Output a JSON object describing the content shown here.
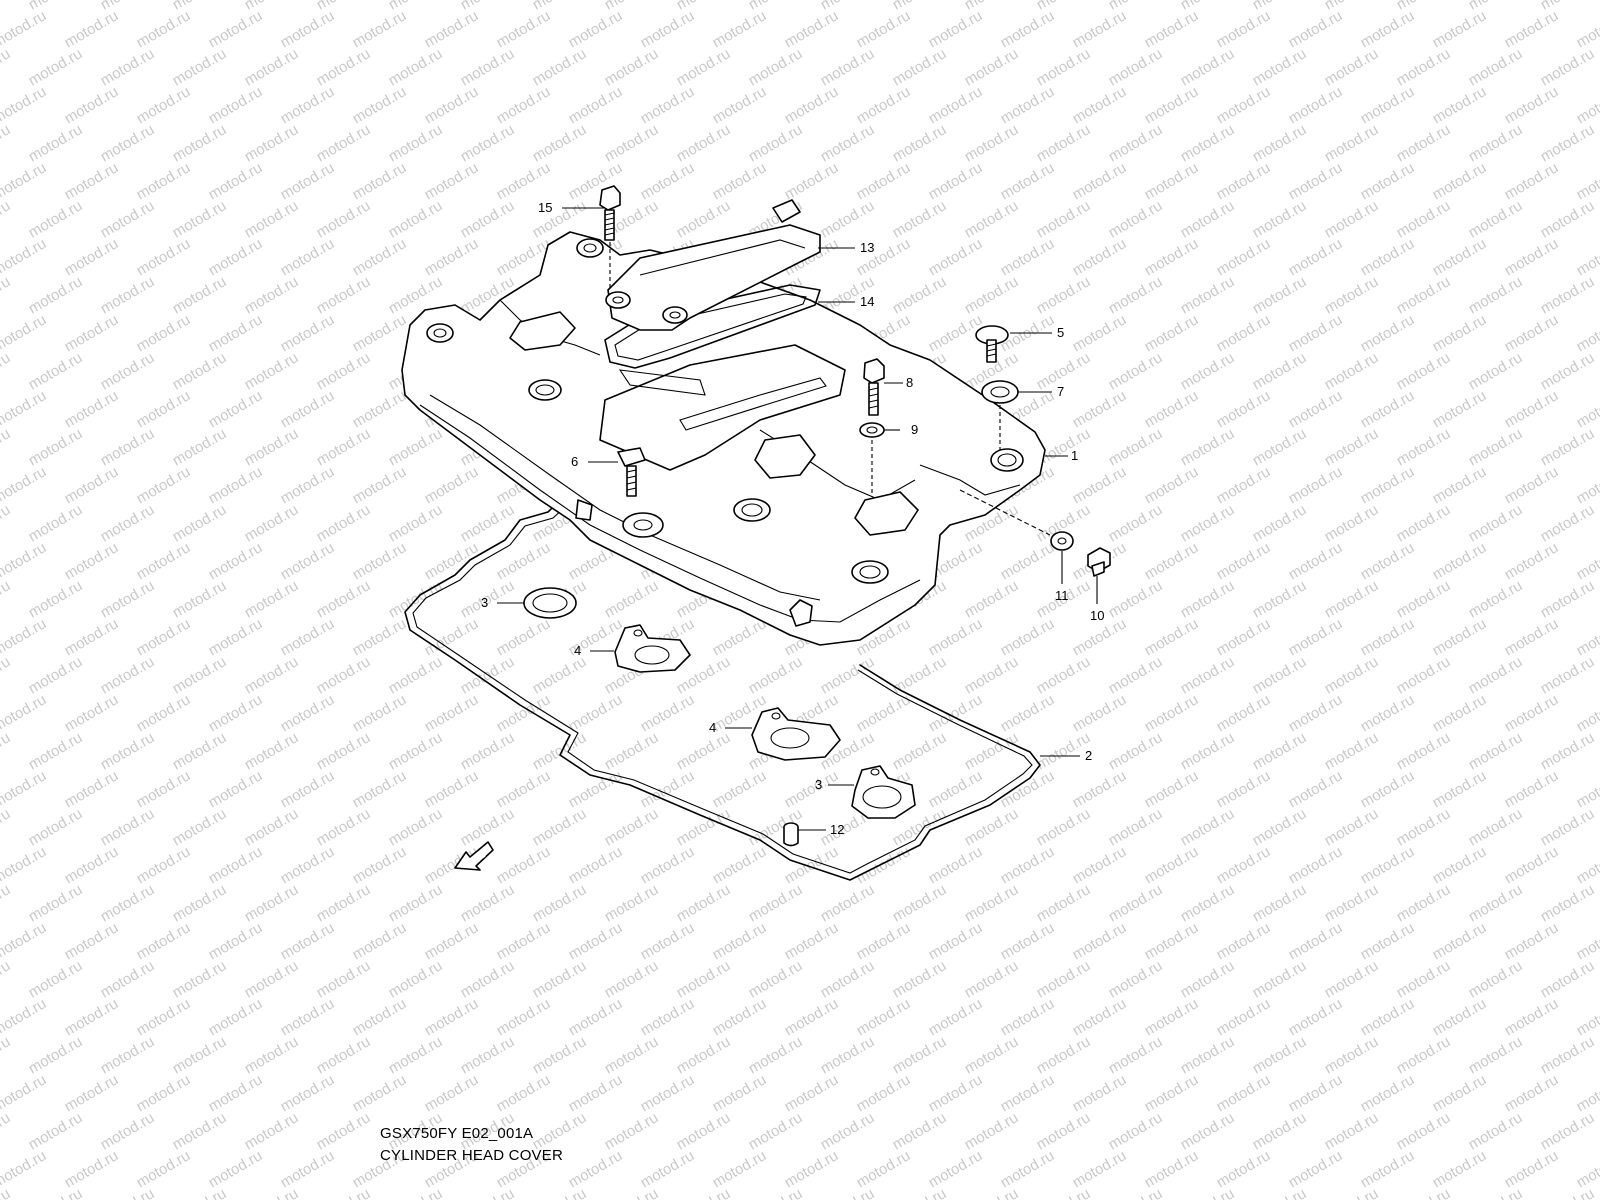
{
  "watermark": {
    "text": "motod.ru",
    "color": "#c9c9c9"
  },
  "fwd_marker": {
    "label": "FWD",
    "icon": "forward-arrow-icon"
  },
  "callouts": [
    {
      "id": "c15",
      "label": "15"
    },
    {
      "id": "c13",
      "label": "13"
    },
    {
      "id": "c14",
      "label": "14"
    },
    {
      "id": "c5",
      "label": "5"
    },
    {
      "id": "c8",
      "label": "8"
    },
    {
      "id": "c7",
      "label": "7"
    },
    {
      "id": "c9",
      "label": "9"
    },
    {
      "id": "c1",
      "label": "1"
    },
    {
      "id": "c6",
      "label": "6"
    },
    {
      "id": "c11",
      "label": "11"
    },
    {
      "id": "c10",
      "label": "10"
    },
    {
      "id": "c3a",
      "label": "3"
    },
    {
      "id": "c4a",
      "label": "4"
    },
    {
      "id": "c4b",
      "label": "4"
    },
    {
      "id": "c2",
      "label": "2"
    },
    {
      "id": "c3b",
      "label": "3"
    },
    {
      "id": "c12",
      "label": "12"
    }
  ],
  "footer": {
    "model_code": "GSX750FY E02_001A",
    "title": "CYLINDER HEAD COVER"
  }
}
